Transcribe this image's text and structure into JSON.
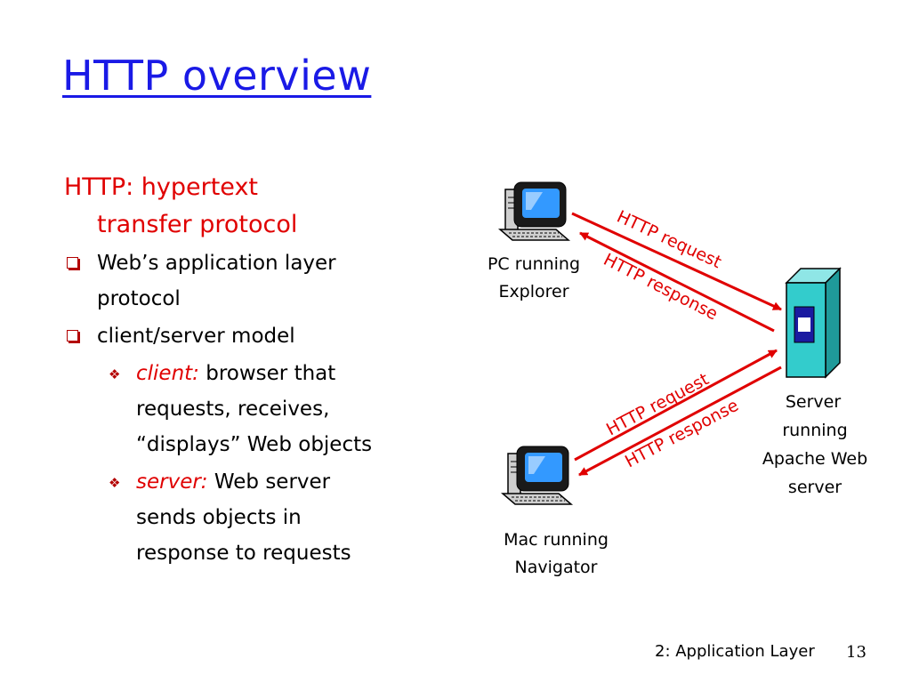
{
  "slide": {
    "title": "HTTP overview",
    "heading_line1": "HTTP: hypertext",
    "heading_line2": "transfer protocol",
    "bullets": [
      {
        "text_line1": "Web’s application layer",
        "text_line2": "protocol"
      },
      {
        "text": "client/server model"
      }
    ],
    "sub_bullets": [
      {
        "term": "client:",
        "lines": [
          " browser that",
          "requests, receives,",
          "“displays” Web objects"
        ]
      },
      {
        "term": "server:",
        "lines": [
          " Web server",
          "sends objects in",
          "response to requests"
        ]
      }
    ]
  },
  "diagram": {
    "pc_caption": [
      "PC running",
      "Explorer"
    ],
    "mac_caption": [
      "Mac running",
      "Navigator"
    ],
    "server_caption": [
      "Server",
      "running",
      "Apache Web",
      "server"
    ],
    "labels": {
      "pc_request": "HTTP request",
      "pc_response": "HTTP response",
      "mac_request": "HTTP request",
      "mac_response": "HTTP response"
    },
    "colors": {
      "arrow": "#e00000",
      "server": "#33cccc",
      "monitor": "#1a1a1a",
      "screen": "#3399ff"
    }
  },
  "footer": {
    "text": "2: Application Layer",
    "page": "13"
  }
}
